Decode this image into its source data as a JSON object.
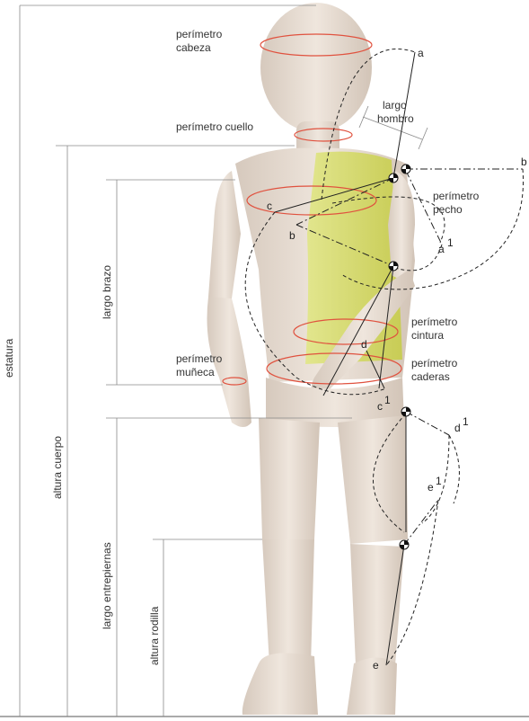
{
  "measures": {
    "estatura": "estatura",
    "altura_cuerpo": "altura cuerpo",
    "largo_brazo": "largo brazo",
    "largo_entrepiernas": "largo entrepiernas",
    "altura_rodilla": "altura rodilla",
    "perimetro_cabeza_1": "perímetro",
    "perimetro_cabeza_2": "cabeza",
    "perimetro_cuello": "perímetro cuello",
    "largo_hombro_1": "largo",
    "largo_hombro_2": "hombro",
    "perimetro_pecho_1": "perímetro",
    "perimetro_pecho_2": "pecho",
    "perimetro_cintura_1": "perímetro",
    "perimetro_cintura_2": "cintura",
    "perimetro_caderas_1": "perímetro",
    "perimetro_caderas_2": "caderas",
    "perimetro_muneca_1": "perímetro",
    "perimetro_muneca_2": "muñeca"
  },
  "points": {
    "a": "a",
    "a1": "a",
    "b": "b",
    "b_arm": "b",
    "c": "c",
    "c1": "c",
    "d": "d",
    "d1": "d",
    "e": "e",
    "e1": "e",
    "sup1": "1"
  },
  "colors": {
    "body": "#e7dcd2",
    "vest": "#d4d86a",
    "ellipse": "#e0523f",
    "dimension_line": "#8a8a8a"
  }
}
